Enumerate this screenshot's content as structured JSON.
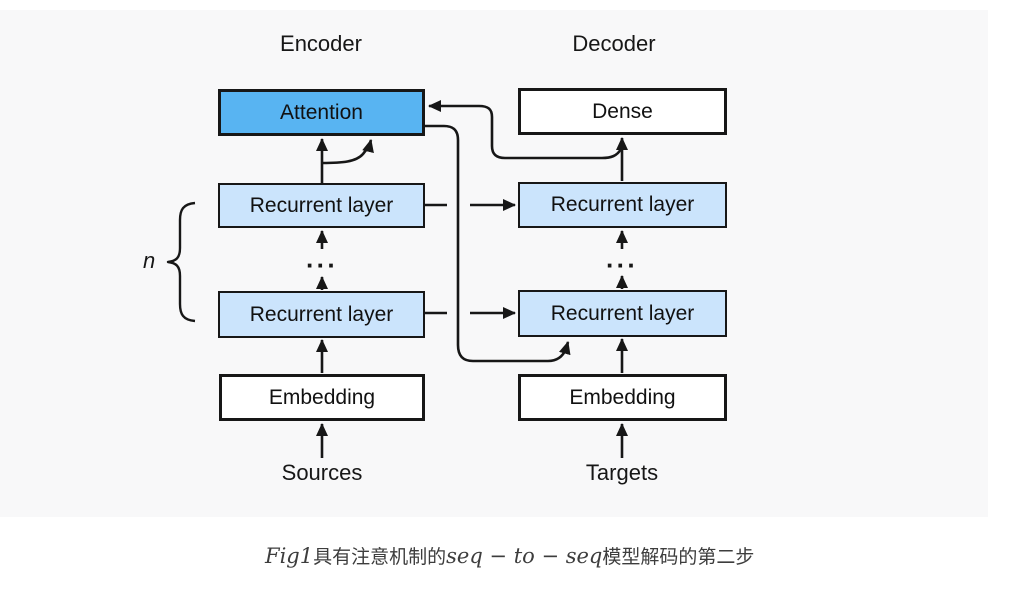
{
  "colors": {
    "canvas-bg": "#ffffff",
    "panel-bg": "#f8f8f9",
    "line": "#171717",
    "attention-fill": "#58b4f2",
    "recurrent-fill": "#cbe4fc",
    "box-fill-white": "#ffffff",
    "caption-color": "#3d3d3d"
  },
  "titles": {
    "encoder": "Encoder",
    "decoder": "Decoder"
  },
  "encoder": {
    "attention": "Attention",
    "recurrent_top": "Recurrent layer",
    "recurrent_bottom": "Recurrent layer",
    "embedding": "Embedding",
    "input": "Sources"
  },
  "decoder": {
    "dense": "Dense",
    "recurrent_top": "Recurrent layer",
    "recurrent_bottom": "Recurrent layer",
    "embedding": "Embedding",
    "input": "Targets"
  },
  "annotations": {
    "layer_count": "n",
    "ellipsis_encoder": "···",
    "ellipsis_decoder": "···"
  },
  "caption": {
    "fig": "Fig1",
    "zh_prefix": "具有注意机制的",
    "math": "seq − to − seq",
    "zh_suffix": "模型解码的第二步"
  }
}
